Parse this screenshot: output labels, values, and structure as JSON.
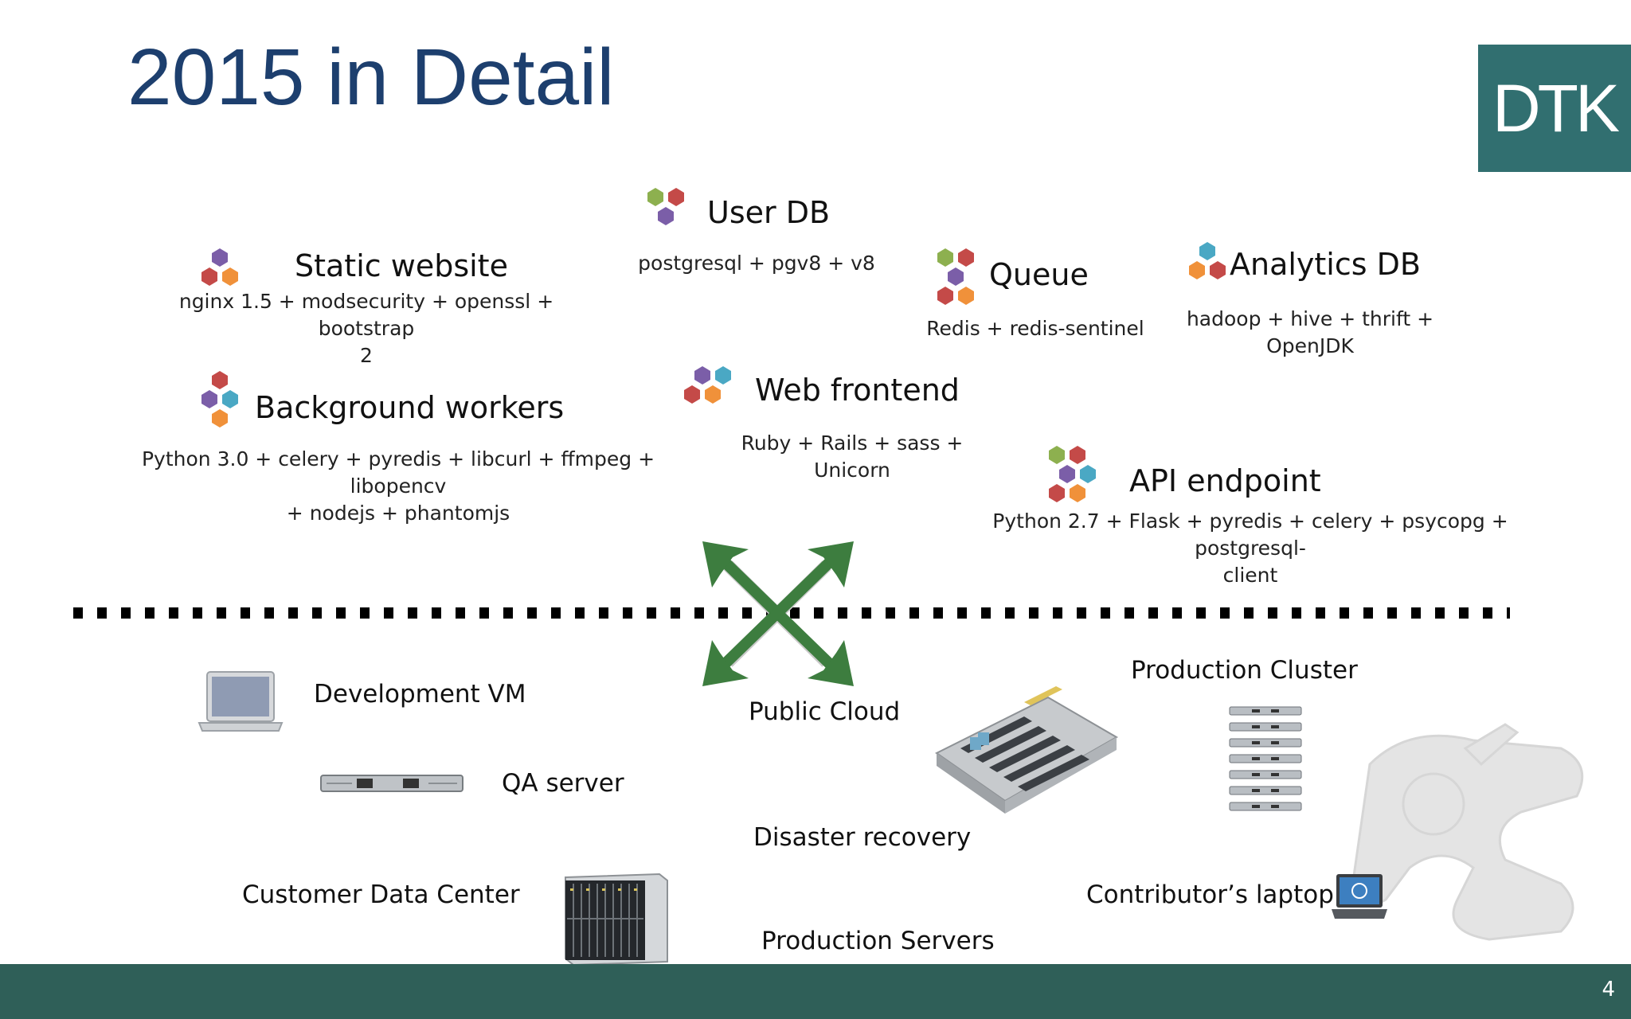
{
  "slide": {
    "title": "2015 in Detail",
    "logo_text": "DTK",
    "page_number": "4"
  },
  "services": {
    "user_db": {
      "title": "User DB",
      "desc": "postgresql + pgv8 + v8"
    },
    "static_website": {
      "title": "Static website",
      "desc_line1": "nginx 1.5 + modsecurity + openssl + bootstrap",
      "desc_line2": "2"
    },
    "queue": {
      "title": "Queue",
      "desc": "Redis + redis-sentinel"
    },
    "analytics_db": {
      "title": "Analytics DB",
      "desc": "hadoop + hive + thrift + OpenJDK"
    },
    "background_workers": {
      "title": "Background workers",
      "desc_line1": "Python 3.0 + celery + pyredis + libcurl + ffmpeg + libopencv",
      "desc_line2": "+ nodejs + phantomjs"
    },
    "web_frontend": {
      "title": "Web frontend",
      "desc": "Ruby + Rails + sass + Unicorn"
    },
    "api_endpoint": {
      "title": "API endpoint",
      "desc_line1": "Python 2.7 + Flask + pyredis + celery + psycopg + postgresql-",
      "desc_line2": "client"
    }
  },
  "environments": {
    "development_vm": "Development VM",
    "qa_server": "QA server",
    "public_cloud": "Public Cloud",
    "production_cluster": "Production Cluster",
    "disaster_recovery": "Disaster recovery",
    "customer_data_center": "Customer Data Center",
    "contributors_laptop": "Contributor’s laptop",
    "production_servers": "Production Servers"
  },
  "colors": {
    "title": "#1d3f6e",
    "logo_bg": "#316f70",
    "footer_bg": "#2f5f58",
    "hex_green": "#8db04f",
    "hex_red": "#c44a48",
    "hex_purple": "#7b5ea8",
    "hex_orange": "#f0913a",
    "hex_teal": "#4aa8c4",
    "arrow_green": "#3d7d3f"
  },
  "icons": [
    "hexagon-cluster-icon",
    "laptop-icon",
    "rack-server-icon",
    "expand-arrows-icon",
    "datacenter-icon",
    "server-stack-icon",
    "blade-chassis-icon",
    "dell-laptop-icon",
    "robot-arm-watermark"
  ]
}
